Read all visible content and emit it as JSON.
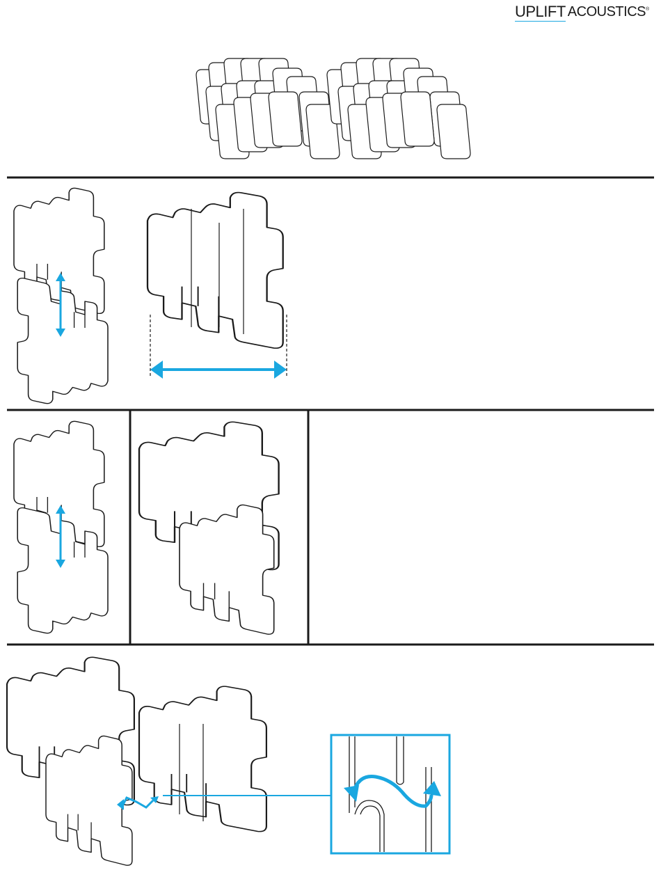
{
  "brand": {
    "part1": "UPLIFT",
    "part2": "ACOUSTICS",
    "registered": "®"
  },
  "colors": {
    "accent": "#1aa7e0",
    "line": "#1a1a1a",
    "background": "#ffffff"
  },
  "sections": [
    {
      "id": "parts-overview",
      "content": "two stacks of flat interlocking acoustic panels"
    },
    {
      "id": "step-1",
      "content": "slide two panels together; width arrow"
    },
    {
      "id": "step-2",
      "content": "slot panels vertically into each other"
    },
    {
      "id": "step-3",
      "content": "connect assemblies; zoomed detail of interlock"
    }
  ]
}
